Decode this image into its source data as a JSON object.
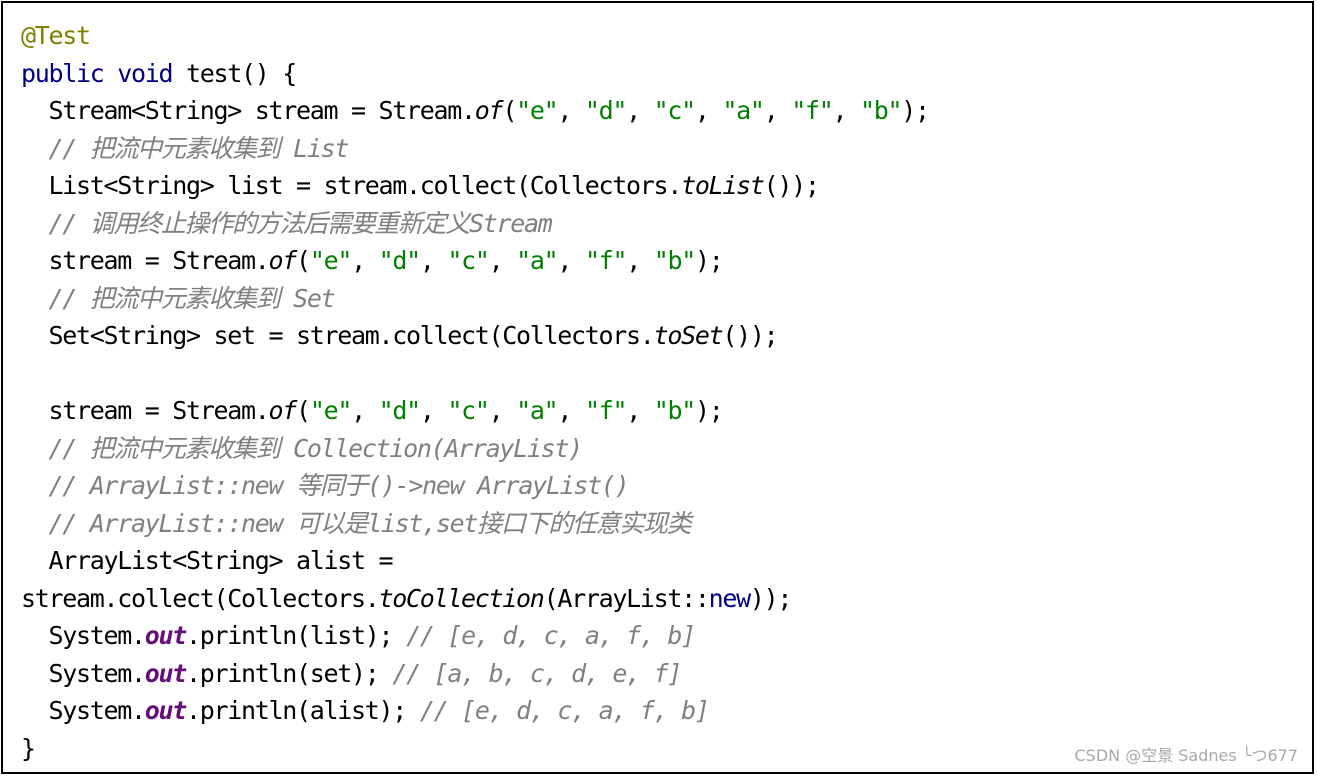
{
  "code": {
    "l01_annotation": "@Test",
    "l02_kw_public": "public",
    "l02_kw_void": "void",
    "l02_rest": " test() {",
    "l03_pre": "  Stream<String> stream = Stream.",
    "l03_method": "of",
    "l03_open": "(",
    "l03_s1": "\"e\"",
    "l03_s2": "\"d\"",
    "l03_s3": "\"c\"",
    "l03_s4": "\"a\"",
    "l03_s5": "\"f\"",
    "l03_s6": "\"b\"",
    "l03_close": ");",
    "l04_comment": "// 把流中元素收集到 List",
    "l05_pre": "  List<String> list = stream.collect(Collectors.",
    "l05_method": "toList",
    "l05_post": "());",
    "l06_comment": "// 调用终止操作的方法后需要重新定义Stream",
    "l07_pre": "  stream = Stream.",
    "l07_method": "of",
    "l07_open": "(",
    "l07_s1": "\"e\"",
    "l07_s2": "\"d\"",
    "l07_s3": "\"c\"",
    "l07_s4": "\"a\"",
    "l07_s5": "\"f\"",
    "l07_s6": "\"b\"",
    "l07_close": ");",
    "l08_comment": "// 把流中元素收集到 Set",
    "l09_pre": "  Set<String> set = stream.collect(Collectors.",
    "l09_method": "toSet",
    "l09_post": "());",
    "l11_pre": "  stream = Stream.",
    "l11_method": "of",
    "l11_open": "(",
    "l11_s1": "\"e\"",
    "l11_s2": "\"d\"",
    "l11_s3": "\"c\"",
    "l11_s4": "\"a\"",
    "l11_s5": "\"f\"",
    "l11_s6": "\"b\"",
    "l11_close": ");",
    "l12_comment": "// 把流中元素收集到 Collection(ArrayList)",
    "l13_comment": "// ArrayList::new 等同于()->new ArrayList()",
    "l14_comment": "// ArrayList::new 可以是list,set接口下的任意实现类",
    "l15_text": "  ArrayList<String> alist =",
    "l16_pre": "stream.collect(Collectors.",
    "l16_method": "toCollection",
    "l16_mid": "(ArrayList::",
    "l16_kw_new": "new",
    "l16_post": "));",
    "l17_pre": "  System.",
    "l17_field": "out",
    "l17_mid": ".println(list); ",
    "l17_comment": "// [e, d, c, a, f, b]",
    "l18_pre": "  System.",
    "l18_field": "out",
    "l18_mid": ".println(set); ",
    "l18_comment": "// [a, b, c, d, e, f]",
    "l19_pre": "  System.",
    "l19_field": "out",
    "l19_mid": ".println(alist); ",
    "l19_comment": "// [e, d, c, a, f, b]",
    "l20_close": "}"
  },
  "watermark": "CSDN @空景 Sadnes ╰つ677",
  "colors": {
    "annotation": "#808000",
    "keyword": "#000080",
    "string": "#008000",
    "comment": "#808080",
    "static_field": "#660e7a",
    "border": "#000000"
  }
}
